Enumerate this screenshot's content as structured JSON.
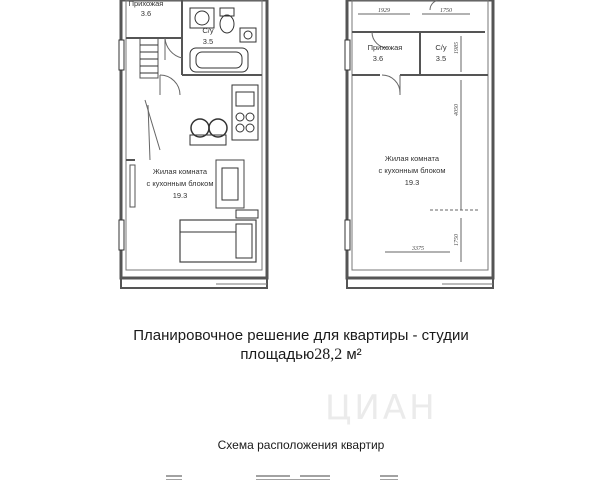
{
  "plan_furnished": {
    "hallway": {
      "label": "Прихожая",
      "area": "3.6"
    },
    "bathroom": {
      "label": "С/у",
      "area": "3.5"
    },
    "living": {
      "label_line1": "Жилая комната",
      "label_line2": "с кухонным блоком",
      "area": "19.3"
    }
  },
  "plan_dimensioned": {
    "hallway": {
      "label": "Прихожая",
      "area": "3.6"
    },
    "bathroom": {
      "label": "С/у",
      "area": "3.5"
    },
    "living": {
      "label_line1": "Жилая комната",
      "label_line2": "с кухонным блоком",
      "area": "19.3"
    },
    "dimensions": {
      "top_left": "1929",
      "top_right": "1750",
      "bath_height": "1985",
      "room_height": "4050",
      "bottom_width": "3375",
      "balcony": "1750"
    }
  },
  "caption": {
    "line1": "Планировочное решение  для квартиры - студии",
    "line2_prefix": "площадью",
    "line2_value": "28,2",
    "line2_unit": " м²",
    "scheme_title": "Схема расположения квартир"
  },
  "watermark": "ЦИАН",
  "colors": {
    "wall": "#555555",
    "line": "#333333",
    "watermark": "#ebebeb"
  }
}
